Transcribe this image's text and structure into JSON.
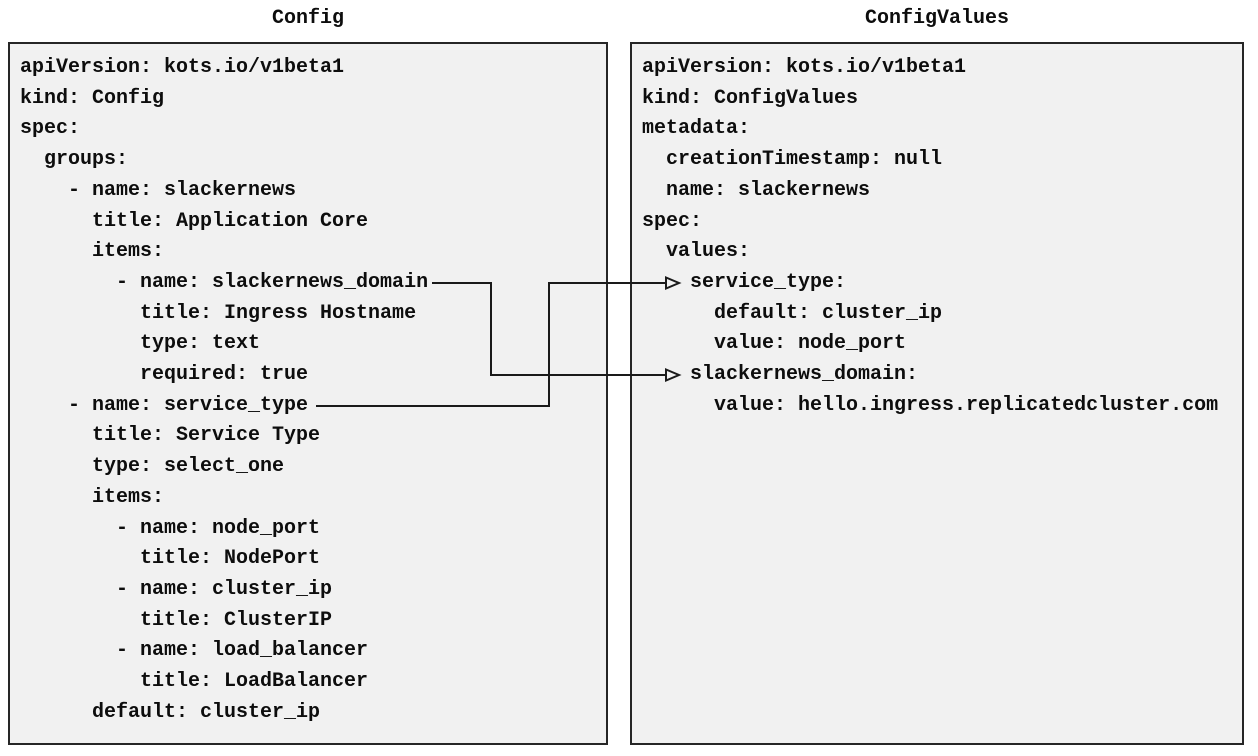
{
  "diagram": {
    "panels": [
      {
        "id": "config",
        "title": "Config",
        "lines": [
          "apiVersion: kots.io/v1beta1",
          "kind: Config",
          "spec:",
          "  groups:",
          "    - name: slackernews",
          "      title: Application Core",
          "      items:",
          "        - name: slackernews_domain",
          "          title: Ingress Hostname",
          "          type: text",
          "          required: true",
          "    - name: service_type",
          "      title: Service Type",
          "      type: select_one",
          "      items:",
          "        - name: node_port",
          "          title: NodePort",
          "        - name: cluster_ip",
          "          title: ClusterIP",
          "        - name: load_balancer",
          "          title: LoadBalancer",
          "      default: cluster_ip"
        ]
      },
      {
        "id": "config_values",
        "title": "ConfigValues",
        "lines": [
          "apiVersion: kots.io/v1beta1",
          "kind: ConfigValues",
          "metadata:",
          "  creationTimestamp: null",
          "  name: slackernews",
          "spec:",
          "  values:",
          "    service_type:",
          "      default: cluster_ip",
          "      value: node_port",
          "    slackernews_domain:",
          "      value: hello.ingress.replicatedcluster.com"
        ]
      }
    ],
    "connections": [
      {
        "from_panel": "Config",
        "from_key": "- name: slackernews_domain",
        "to_panel": "ConfigValues",
        "to_key": "slackernews_domain:"
      },
      {
        "from_panel": "Config",
        "from_key": "- name: service_type",
        "to_panel": "ConfigValues",
        "to_key": "service_type:"
      }
    ]
  },
  "colors": {
    "page_bg": "#ffffff",
    "panel_fill": "#f1f1f1",
    "panel_border": "#262626",
    "text": "#0d0d0d",
    "connector": "#1a1a1a"
  }
}
